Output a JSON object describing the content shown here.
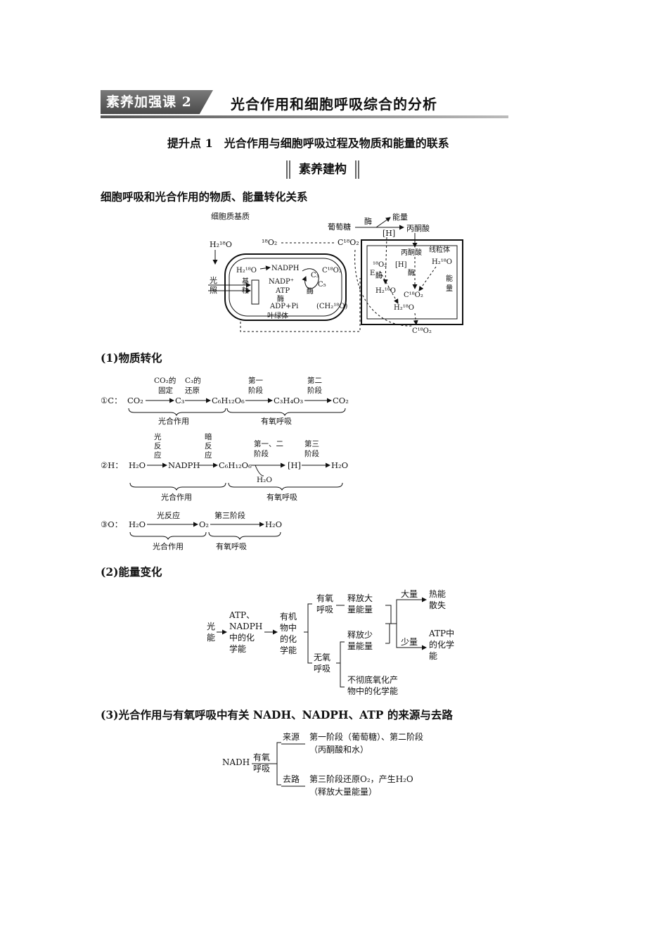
{
  "header": {
    "banner_label": "素养加强课 2",
    "title": "光合作用和细胞呼吸综合的分析"
  },
  "subheading": "提升点 1　光合作用与细胞呼吸过程及物质和能量的联系",
  "pill_label": "素养建构",
  "section_main": "细胞呼吸和光合作用的物质、能量转化关系",
  "cell_diagram": {
    "cytoplasm": "细胞质基质",
    "h2o_in": "H₂¹⁸O",
    "light1": "光",
    "light2": "照",
    "o2_top": "¹⁸O₂",
    "glucose": "葡萄糖",
    "enzyme": "酶",
    "energy": "能量",
    "pyruvate": "丙酮酸",
    "h": "[H]",
    "chl_h2o": "H₂¹⁸O",
    "nadph": "NADPH",
    "nadp": "NADP⁺",
    "atp": "ATP",
    "adp": "ADP+Pi",
    "grana1": "基",
    "grana2": "粒",
    "c3": "C₃",
    "c5": "C₅",
    "co2_chl": "C¹⁸O₂",
    "ch2o": "(CH₂¹⁸O)",
    "chloroplast": "叶绿体",
    "co2_mid": "C¹⁸O₂",
    "mito": "线粒体",
    "mito_pyr": "丙酮酸",
    "mito_h": "[H]",
    "mito_o2": "¹⁸O₂",
    "e_label": "E",
    "mito_enzyme": "酶",
    "mito_enzyme2": "酶",
    "mito_h2o_r": "H₂¹⁸O",
    "mito_h2o_l": "H₂¹⁸O",
    "mito_co2": "C¹⁸O₂",
    "mito_h2o_b": "H₂¹⁸O",
    "energy_v1": "能",
    "energy_v2": "量",
    "co2_bottom": "C¹⁸O₂"
  },
  "sec1": {
    "heading": "(1)物质转化",
    "c_row": {
      "label": "①C：",
      "s1": "CO₂",
      "a1_top1": "CO₂的",
      "a1_top2": "固定",
      "s2": "C₃",
      "a2_top1": "C₃的",
      "a2_top2": "还原",
      "s3": "C₆H₁₂O₆",
      "a3_top1": "第一",
      "a3_top2": "阶段",
      "s4": "C₃H₄O₃",
      "a4_top1": "第二",
      "a4_top2": "阶段",
      "s5": "CO₂",
      "brace1": "光合作用",
      "brace2": "有氧呼吸"
    },
    "h_row": {
      "label": "②H：",
      "s1": "H₂O",
      "a1_1": "光",
      "a1_2": "反",
      "a1_3": "应",
      "s2": "NADPH",
      "a2_1": "暗",
      "a2_2": "反",
      "a2_3": "应",
      "s3": "C₆H₁₂O₆",
      "a3_top1": "第一、二",
      "a3_top2": "阶段",
      "a3_bottom": "H₂O",
      "s4": "[H]",
      "a4_top1": "第三",
      "a4_top2": "阶段",
      "s5": "H₂O",
      "brace1": "光合作用",
      "brace2": "有氧呼吸"
    },
    "o_row": {
      "label": "③O：",
      "s1": "H₂O",
      "a1": "光反应",
      "s2": "O₂",
      "a2": "第三阶段",
      "s3": "H₂O",
      "brace1": "光合作用",
      "brace2": "有氧呼吸"
    }
  },
  "sec2": {
    "heading": "(2)能量变化",
    "light1": "光",
    "light2": "能",
    "atp1": "ATP、",
    "atp2": "NADPH",
    "atp3": "中的化",
    "atp4": "学能",
    "org1": "有机",
    "org2": "物中",
    "org3": "的化",
    "org4": "学能",
    "aer1": "有氧",
    "aer2": "呼吸",
    "anaer1": "无氧",
    "anaer2": "呼吸",
    "rel_big1": "释放大",
    "rel_big2": "量能量",
    "rel_small1": "释放少",
    "rel_small2": "量能量",
    "incomplete1": "不彻底氧化产",
    "incomplete2": "物中的化学能",
    "large": "大量",
    "small": "少量",
    "heat1": "热能",
    "heat2": "散失",
    "atpc1": "ATP中",
    "atpc2": "的化学",
    "atpc3": "能"
  },
  "sec3": {
    "heading": "(3)光合作用与有氧呼吸中有关 NADH、NADPH、ATP 的来源与去路",
    "nadh": "NADH",
    "aer1": "有氧",
    "aer2": "呼吸",
    "source": "来源",
    "source_t1": "第一阶段（葡萄糖）、第二阶段",
    "source_t2": "（丙酮酸和水）",
    "dest": "去路",
    "dest_t1": "第三阶段还原O₂，产生H₂O",
    "dest_t2": "（释放大量能量）"
  }
}
